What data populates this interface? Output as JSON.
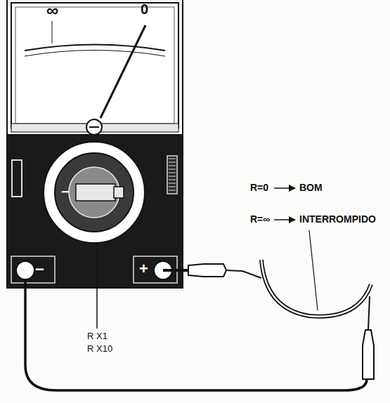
{
  "diagram": {
    "labels": [
      "∞",
      "0",
      "R=0",
      "BOM",
      "R=∞",
      "INTERROMPIDO",
      "−",
      "−",
      "+",
      "R X1",
      "R X10"
    ]
  }
}
